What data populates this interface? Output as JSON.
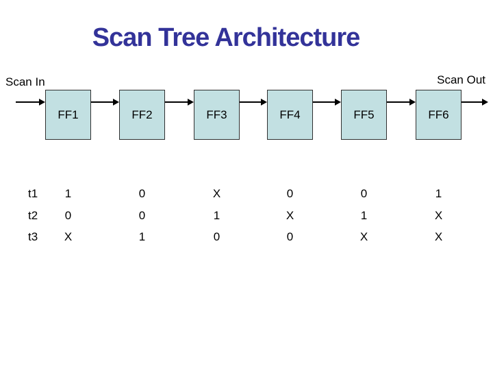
{
  "slide": {
    "title": "Scan Tree Architecture",
    "title_color": "#333399",
    "background_color": "#ffffff"
  },
  "diagram": {
    "scan_in_label": "Scan In",
    "scan_out_label": "Scan Out",
    "box_fill_color": "#c2e0e2",
    "box_border_color": "#2f2f2f",
    "arrow_color": "#000000",
    "flip_flops": [
      {
        "label": "FF1"
      },
      {
        "label": "FF2"
      },
      {
        "label": "FF3"
      },
      {
        "label": "FF4"
      },
      {
        "label": "FF5"
      },
      {
        "label": "FF6"
      }
    ]
  },
  "table": {
    "columns": [
      "FF1",
      "FF2",
      "FF3",
      "FF4",
      "FF5",
      "FF6"
    ],
    "rows": [
      {
        "label": "t1",
        "values": [
          "1",
          "0",
          "X",
          "0",
          "0",
          "1"
        ]
      },
      {
        "label": "t2",
        "values": [
          "0",
          "0",
          "1",
          "X",
          "1",
          "X"
        ]
      },
      {
        "label": "t3",
        "values": [
          "X",
          "1",
          "0",
          "0",
          "X",
          "X"
        ]
      }
    ]
  }
}
